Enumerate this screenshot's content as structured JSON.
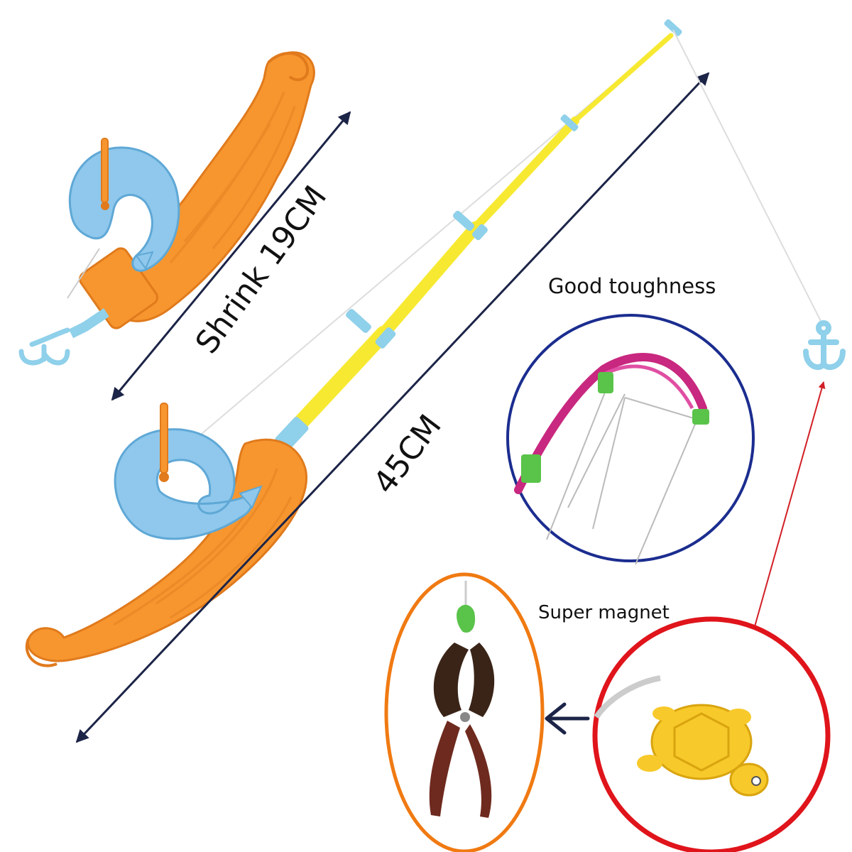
{
  "labels": {
    "shrink": "Shrink 19CM",
    "extended": "45CM",
    "toughness": "Good toughness",
    "magnet": "Super magnet"
  },
  "colors": {
    "handle": "#F7962F",
    "handle_dark": "#E07A1C",
    "dolphin": "#8FC8EC",
    "rod": "#F7E931",
    "guide": "#8FD0EA",
    "dimension_arrow": "#1C2447",
    "toughness_circle": "#1B2D8F",
    "magnet_circle": "#E0141B",
    "pliers_circle": "#F07A12",
    "red_arrow": "#D21F26",
    "turtle": "#F7C92A",
    "pink_rod": "#C8287F",
    "green_clip": "#5AC34A"
  },
  "icons": {
    "short_rod": "fishing-rod-collapsed",
    "long_rod": "fishing-rod-extended",
    "hook": "anchor-hook-icon",
    "turtle": "magnet-turtle",
    "pliers": "pliers"
  }
}
